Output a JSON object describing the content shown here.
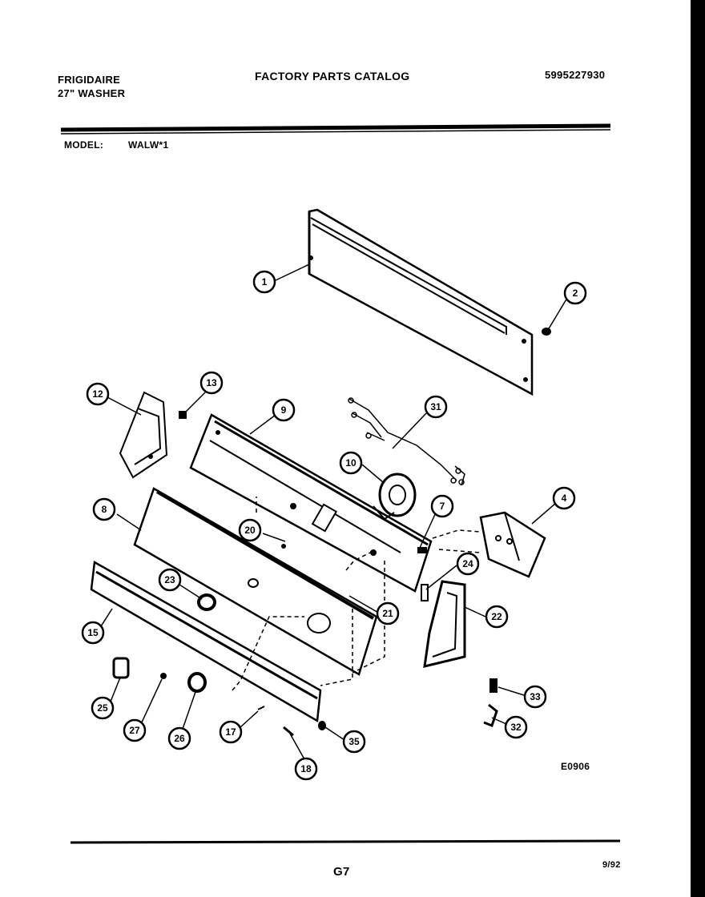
{
  "header": {
    "brand": "FRIGIDAIRE",
    "product": "27\" WASHER",
    "title": "FACTORY PARTS CATALOG",
    "catalog_number": "5995227930"
  },
  "model": {
    "label": "MODEL:",
    "value": "WALW*1"
  },
  "footer": {
    "diagram_code": "E0906",
    "page": "G7",
    "date": "9/92"
  },
  "callouts": [
    "1",
    "2",
    "12",
    "13",
    "9",
    "31",
    "10",
    "8",
    "7",
    "4",
    "20",
    "24",
    "23",
    "21",
    "22",
    "15",
    "33",
    "25",
    "27",
    "26",
    "17",
    "35",
    "32",
    "18"
  ]
}
